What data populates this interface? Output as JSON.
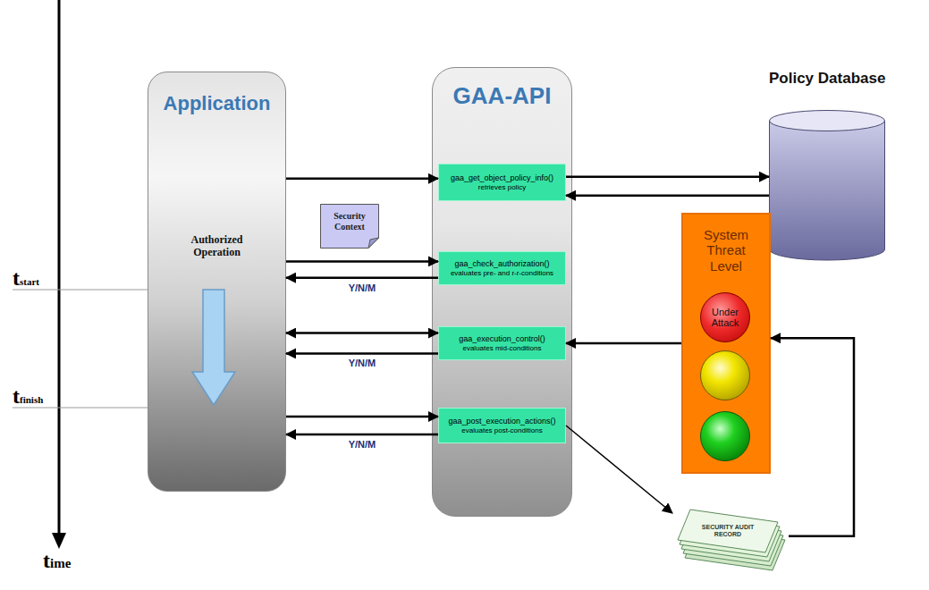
{
  "diagram": {
    "nodes": [
      {
        "text": [
          "Application",
          "Authorized Operation"
        ]
      },
      {
        "text": [
          "GAA-API"
        ]
      },
      {
        "text": [
          "gaa_get_object_policy_info()",
          "retrieves policy"
        ],
        "in": 1
      },
      {
        "text": [
          "gaa_check_authorization()",
          "evaluates pre- and r-r-conditions"
        ],
        "in": 1
      },
      {
        "text": [
          "gaa_execution_control()",
          "evaluates mid-conditions"
        ],
        "in": 1
      },
      {
        "text": [
          "gaa_post_execution_actions()",
          "evaluates post-conditions"
        ],
        "in": 1
      },
      {
        "text": [
          "Policy Database"
        ]
      },
      {
        "text": [
          "Security Context"
        ]
      },
      {
        "text": [
          "System Threat Level"
        ]
      },
      {
        "text": [
          "Under Attack"
        ],
        "in": 8
      },
      {
        "text": [
          "SECURITY AUDIT RECORD"
        ]
      }
    ],
    "edges": [
      {
        "from": 0,
        "to": 2,
        "arrow": "to"
      },
      {
        "from": 2,
        "to": 6,
        "arrow": "to"
      },
      {
        "from": 6,
        "to": 2,
        "arrow": "to"
      },
      {
        "from": 0,
        "to": 3,
        "arrow": "to"
      },
      {
        "from": 3,
        "to": 0,
        "label": "Y/N/M",
        "arrow": "to"
      },
      {
        "from": 0,
        "to": 4,
        "arrow": "both"
      },
      {
        "from": 4,
        "to": 0,
        "label": "Y/N/M",
        "arrow": "to"
      },
      {
        "from": 0,
        "to": 5,
        "arrow": "to"
      },
      {
        "from": 5,
        "to": 0,
        "label": "Y/N/M",
        "arrow": "to"
      },
      {
        "from": 8,
        "to": 4,
        "arrow": "to"
      },
      {
        "from": 5,
        "to": 10,
        "arrow": "to"
      },
      {
        "from": 10,
        "to": 8,
        "arrow": "to"
      }
    ],
    "labels": [
      "tstart",
      "tfinish",
      "time"
    ]
  }
}
